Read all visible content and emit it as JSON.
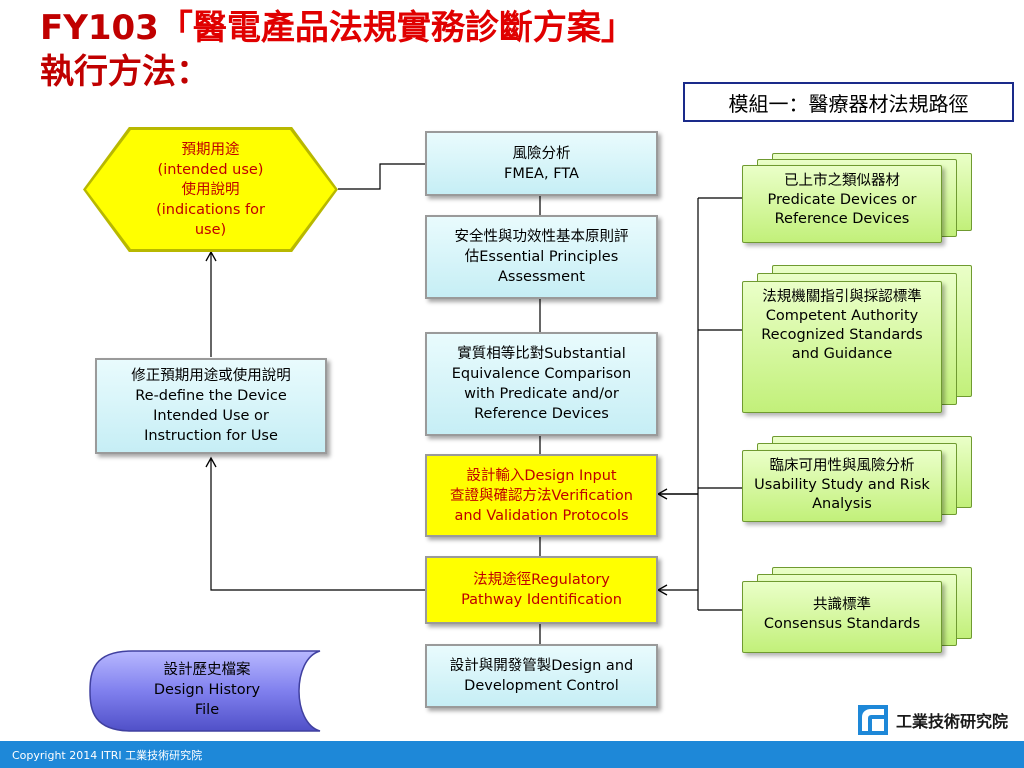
{
  "title": {
    "line1_prefix": "FY103",
    "line1_red": "「醫電產品法規實務診斷方案」",
    "line2": "執行方法："
  },
  "module_label": "模組一：醫療器材法規路徑",
  "left": {
    "intended_use": "預期用途\n(intended use)\n使用說明\n(indications for\nuse)",
    "redefine": "修正預期用途或使用說明\nRe-define the Device\nIntended Use or\nInstruction for Use",
    "design_history": "設計歷史檔案\nDesign History\nFile"
  },
  "center": {
    "risk": "風險分析\nFMEA, FTA",
    "essential": "安全性與功效性基本原則評\n估Essential Principles\nAssessment",
    "substantial": "實質相等比對Substantial\nEquivalence Comparison\nwith Predicate and/or\nReference Devices",
    "design_input": "設計輸入Design Input\n查證與確認方法Verification\nand Validation Protocols",
    "regulatory": "法規途徑Regulatory\nPathway Identification",
    "design_control": "設計與開發管製Design and\nDevelopment Control"
  },
  "right": {
    "predicate": "已上市之類似器材\nPredicate Devices or\nReference Devices",
    "authority": "法規機關指引與採認標準\nCompetent Authority\nRecognized Standards\nand Guidance",
    "usability": "臨床可用性與風險分析\nUsability Study and Risk\nAnalysis",
    "consensus": "共識標準\nConsensus Standards"
  },
  "logo_text": "工業技術研究院",
  "footer": "Copyright 2014 ITRI 工業技術研究院",
  "colors": {
    "title_red": "#c00000",
    "cyan_box": "#c6eef5",
    "yellow_box": "#ffff00",
    "green_doc": "#c2f07a",
    "purple_store": "#7070e0",
    "footer_blue": "#1e88d8"
  }
}
